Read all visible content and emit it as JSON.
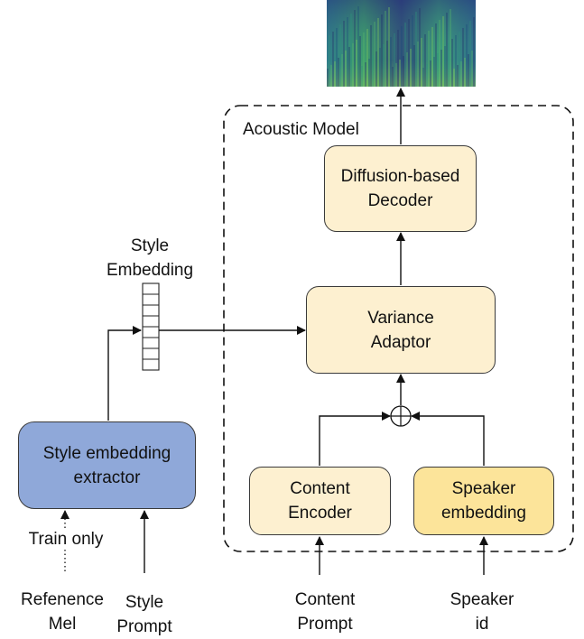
{
  "acoustic_model": {
    "label": "Acoustic Model"
  },
  "boxes": {
    "decoder": "Diffusion-based\nDecoder",
    "variance": "Variance\nAdaptor",
    "content_encoder": "Content\nEncoder",
    "speaker_embedding": "Speaker\nembedding",
    "style_extractor": "Style embedding\nextractor"
  },
  "labels": {
    "style_embedding": "Style\nEmbedding",
    "train_only": "Train only",
    "reference_mel": "Refenence\nMel",
    "style_prompt": "Style\nPrompt",
    "content_prompt": "Content\nPrompt",
    "speaker_id": "Speaker\nid"
  },
  "colors": {
    "box_fill": "#fdf0d0",
    "speaker_fill": "#fce49a",
    "extractor_fill": "#8fa8d9",
    "border": "#3a3a3a"
  }
}
